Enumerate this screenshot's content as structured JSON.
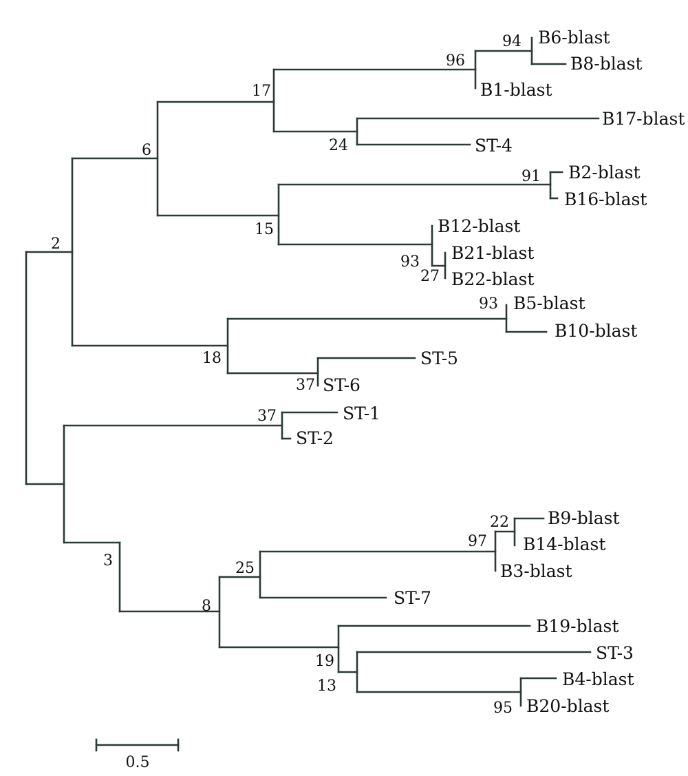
{
  "tree": {
    "support": {
      "n_root": "",
      "n1": "2",
      "n2": "6",
      "n3": "17",
      "n4": "96",
      "n5": "94",
      "n6": "24",
      "n7": "15",
      "n8": "91",
      "n9": "93",
      "n10": "27",
      "n11": "18",
      "n12": "93",
      "n13": "37",
      "n14": "37",
      "n15": "3",
      "n16": "8",
      "n17": "25",
      "n18": "97",
      "n19": "22",
      "n20": "19",
      "n21": "13",
      "n22": "95"
    },
    "leaves": {
      "b6": "B6-blast",
      "b8": "B8-blast",
      "b1": "B1-blast",
      "b17": "B17-blast",
      "st4": "ST-4",
      "b2": "B2-blast",
      "b16": "B16-blast",
      "b12": "B12-blast",
      "b21": "B21-blast",
      "b22": "B22-blast",
      "b5": "B5-blast",
      "b10": "B10-blast",
      "st5": "ST-5",
      "st6": "ST-6",
      "st1": "ST-1",
      "st2": "ST-2",
      "b9": "B9-blast",
      "b14": "B14-blast",
      "b3": "B3-blast",
      "st7": "ST-7",
      "b19": "B19-blast",
      "st3": "ST-3",
      "b4": "B4-blast",
      "b20": "B20-blast"
    }
  },
  "scale_bar": {
    "label": "0.5",
    "length": 0.5
  },
  "colors": {
    "branch": "#2b3a33",
    "text": "#111111",
    "background": "#ffffff"
  }
}
